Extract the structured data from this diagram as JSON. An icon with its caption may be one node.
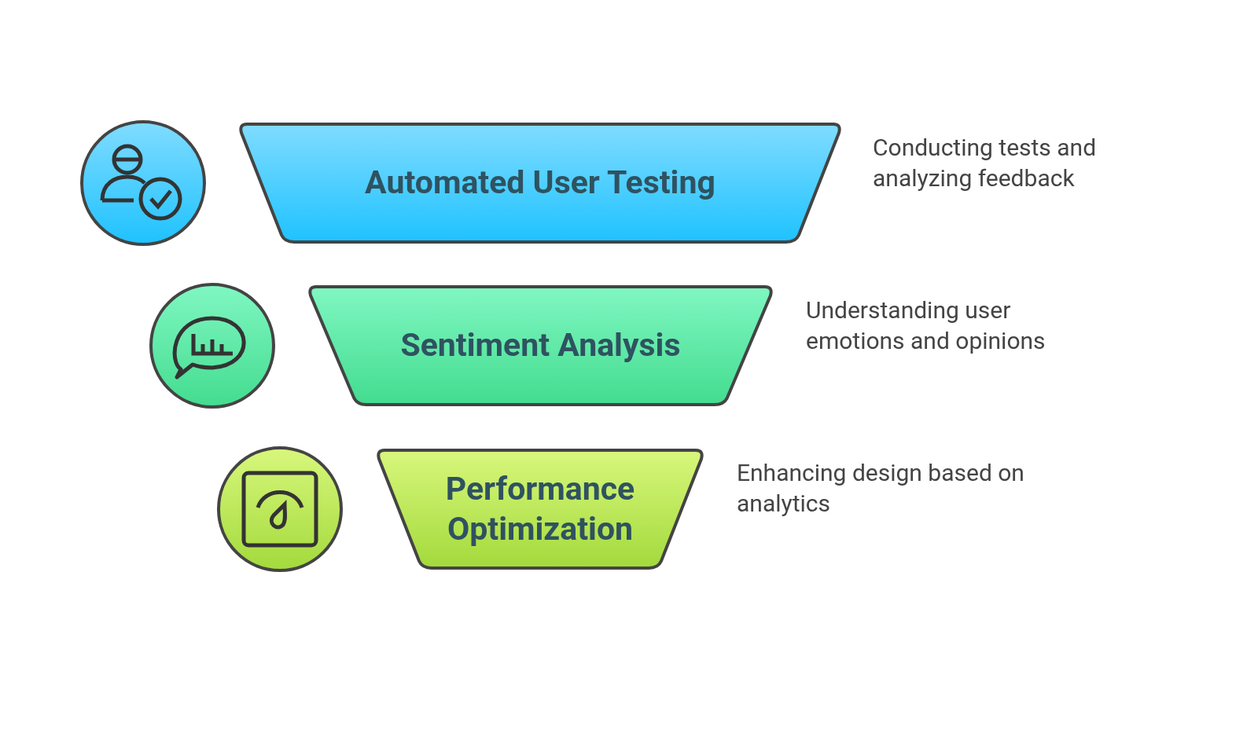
{
  "diagram": {
    "nodes": [
      {
        "text": [
          "Automated User Testing"
        ],
        "beside": [
          "Conducting tests and analyzing feedback"
        ]
      },
      {
        "text": [
          "Sentiment Analysis"
        ],
        "beside": [
          "Understanding user emotions and opinions"
        ]
      },
      {
        "text": [
          "Performance Optimization"
        ],
        "beside": [
          "Enhancing design based on analytics"
        ]
      }
    ]
  }
}
